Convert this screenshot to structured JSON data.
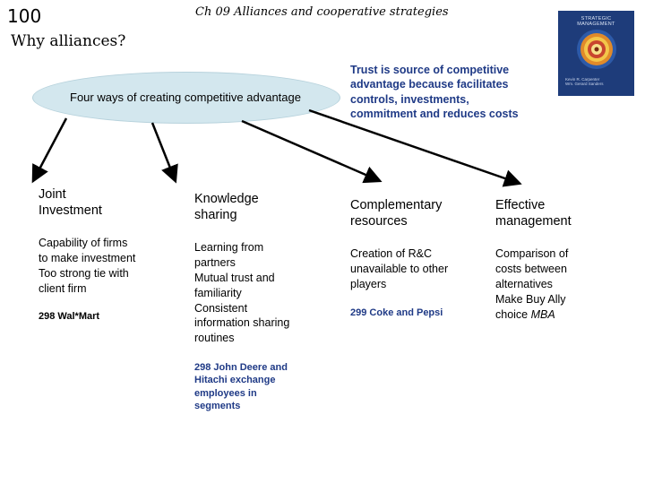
{
  "slide": {
    "number": "100",
    "chapter_title": "Ch 09 Alliances and cooperative strategies",
    "title": "Why alliances?"
  },
  "ellipse": {
    "label": "Four ways of creating competitive advantage"
  },
  "trust_note": {
    "lines": [
      "Trust is source of competitive",
      "advantage because facilitates",
      "controls, investments,",
      "commitment and reduces costs"
    ]
  },
  "book": {
    "title": "STRATEGIC MANAGEMENT",
    "authors": [
      "Kevin R. Carpenter",
      "Wm. Gerard Sanders"
    ]
  },
  "columns": [
    {
      "heading": [
        "Joint",
        "Investment"
      ],
      "body": [
        "Capability of firms",
        "to make investment",
        "Too strong tie with",
        "client firm"
      ],
      "example": [
        "298 Wal*Mart"
      ]
    },
    {
      "heading": [
        "Knowledge",
        "sharing"
      ],
      "body": [
        "Learning from",
        "partners",
        "Mutual trust and",
        "familiarity",
        "Consistent",
        "information sharing",
        "routines"
      ],
      "example": [
        "298 John Deere and",
        "Hitachi exchange",
        "employees in",
        "segments"
      ]
    },
    {
      "heading": [
        "Complementary",
        "resources"
      ],
      "body": [
        "Creation of R&C",
        "unavailable to other",
        "players"
      ],
      "example": [
        "299 Coke and Pepsi"
      ]
    },
    {
      "heading": [
        "Effective",
        "management"
      ],
      "body": [
        "Comparison of",
        "costs between",
        "alternatives",
        "Make Buy Ally"
      ],
      "body_last": {
        "text": "choice",
        "emphasis": "MBA"
      }
    }
  ],
  "colors": {
    "ellipse_fill": "#d3e7ee",
    "note_blue": "#1f3a86",
    "book_blue": "#1e3c7a"
  }
}
